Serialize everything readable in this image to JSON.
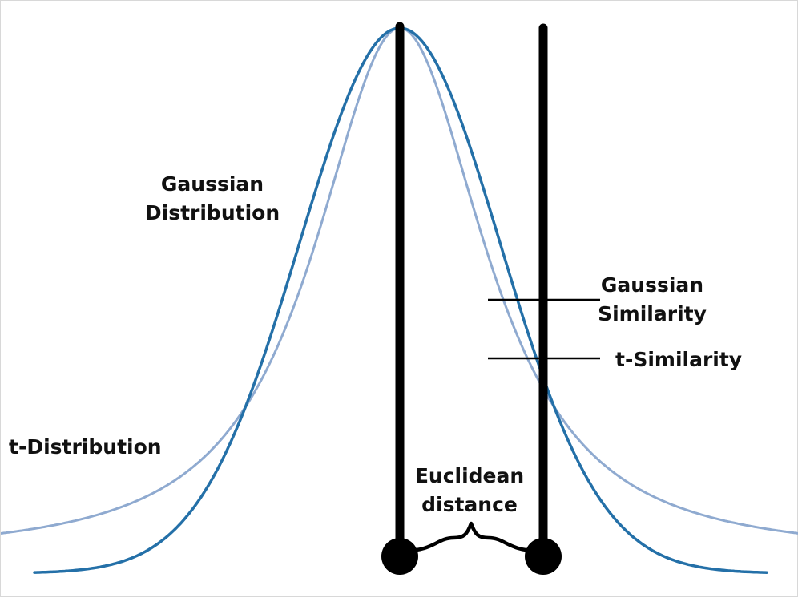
{
  "labels": {
    "gaussian_distribution": [
      "Gaussian",
      "Distribution"
    ],
    "t_distribution": "t-Distribution",
    "gaussian_similarity": [
      "Gaussian",
      "Similarity"
    ],
    "t_similarity": "t-Similarity",
    "euclidean_distance": [
      "Euclidean",
      "distance"
    ]
  },
  "colors": {
    "gaussian_curve": "#2470a8",
    "t_curve": "#8faad0",
    "markers": "#000000"
  },
  "curves": {
    "gaussian": {
      "kind": "normal"
    },
    "t": {
      "kind": "student-t"
    }
  }
}
